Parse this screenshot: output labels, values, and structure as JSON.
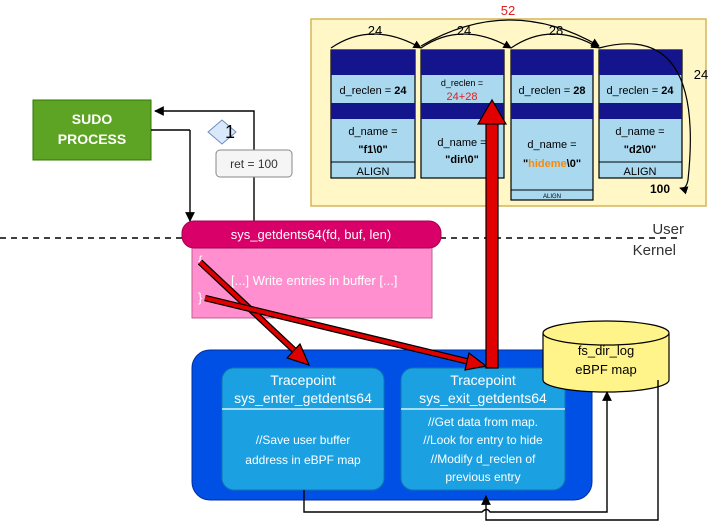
{
  "colors": {
    "buffer_bg": "#fff8c6",
    "entry_header": "#14148c",
    "entry_fill": "#a9d8ef",
    "sudo_fill": "#5ea424",
    "syscall_fill": "#d9006a",
    "syscall_body": "#ff8fce",
    "ebpf_box": "#0050e6",
    "tracepoint": "#1ba1e2",
    "map_fill": "#fff48a",
    "red_arrow": "#e00000",
    "accent_red": "#e02020",
    "accent_orange": "#ff8800"
  },
  "buffer": {
    "span_labels": [
      "24",
      "24",
      "28"
    ],
    "span_52": "52",
    "loop_label": "24",
    "total_label": "100",
    "entries": [
      {
        "reclen_text": "d_reclen = ",
        "reclen_value": "24",
        "name_label": "d_name =",
        "name_value": "\"f1\\0\"",
        "footer": "ALIGN"
      },
      {
        "reclen_text": "d_reclen =",
        "reclen_value": "24+28",
        "name_label": "d_name =",
        "name_value": "\"dir\\0\""
      },
      {
        "reclen_text": "d_reclen = ",
        "reclen_value": "28",
        "name_label": "d_name =",
        "name_quote_open": "\"",
        "name_hidden": "hideme",
        "name_tail": "\\0\"",
        "footer": "ALIGN"
      },
      {
        "reclen_text": "d_reclen = ",
        "reclen_value": "24",
        "name_label": "d_name =",
        "name_value": "\"d2\\0\"",
        "footer": "ALIGN"
      }
    ]
  },
  "sudo": {
    "line1": "SUDO",
    "line2": "PROCESS"
  },
  "step_badge": "1",
  "ret_label": "ret = 100",
  "syscall": {
    "title": "sys_getdents64(fd, buf, len)",
    "open_brace": "{",
    "body": "[...] Write entries in buffer [...]",
    "close_brace": "}"
  },
  "boundary": {
    "user": "User",
    "kernel": "Kernel"
  },
  "map": {
    "line1": "fs_dir_log",
    "line2": "eBPF map"
  },
  "tracepoints": [
    {
      "title1": "Tracepoint",
      "title2": "sys_enter_getdents64",
      "lines": [
        "//Save user buffer",
        "address in eBPF map"
      ]
    },
    {
      "title1": "Tracepoint",
      "title2": "sys_exit_getdents64",
      "lines": [
        "//Get data from map.",
        "//Look for entry to hide",
        "//Modify d_reclen of",
        "previous entry"
      ]
    }
  ]
}
